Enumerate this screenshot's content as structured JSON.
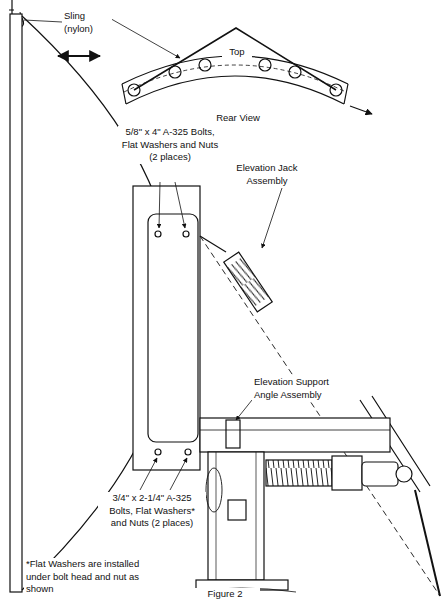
{
  "diagram": {
    "caption": "Figure 2",
    "labels": [
      "Sling (nylon)",
      "Top",
      "Rear View",
      "5/8\" x 4\" A-325 Bolts, Flat Washers and Nuts (2 places)",
      "Elevation Jack Assembly",
      "Elevation Support Angle Assembly",
      "3/4\" x 2-1/4\" A-325 Bolts, Flat Washers* and Nuts (2 places)",
      "*Flat Washers are installed under bolt head and nut as shown"
    ]
  }
}
